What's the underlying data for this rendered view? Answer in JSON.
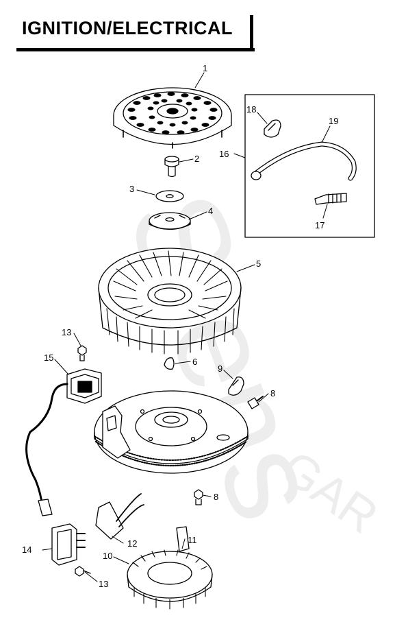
{
  "title": "IGNITION/ELECTRICAL",
  "watermark": {
    "brand": "Stens",
    "sub": "GAR"
  },
  "callouts": {
    "c1": "1",
    "c2": "2",
    "c3": "3",
    "c4": "4",
    "c5": "5",
    "c6": "6",
    "c8a": "8",
    "c8b": "8",
    "c9": "9",
    "c10": "10",
    "c11": "11",
    "c12": "12",
    "c13a": "13",
    "c13b": "13",
    "c14": "14",
    "c15": "15",
    "c16": "16",
    "c17": "17",
    "c18": "18",
    "c19": "19"
  },
  "colors": {
    "ink": "#000000",
    "paper": "#ffffff",
    "watermark": "#ededed"
  }
}
